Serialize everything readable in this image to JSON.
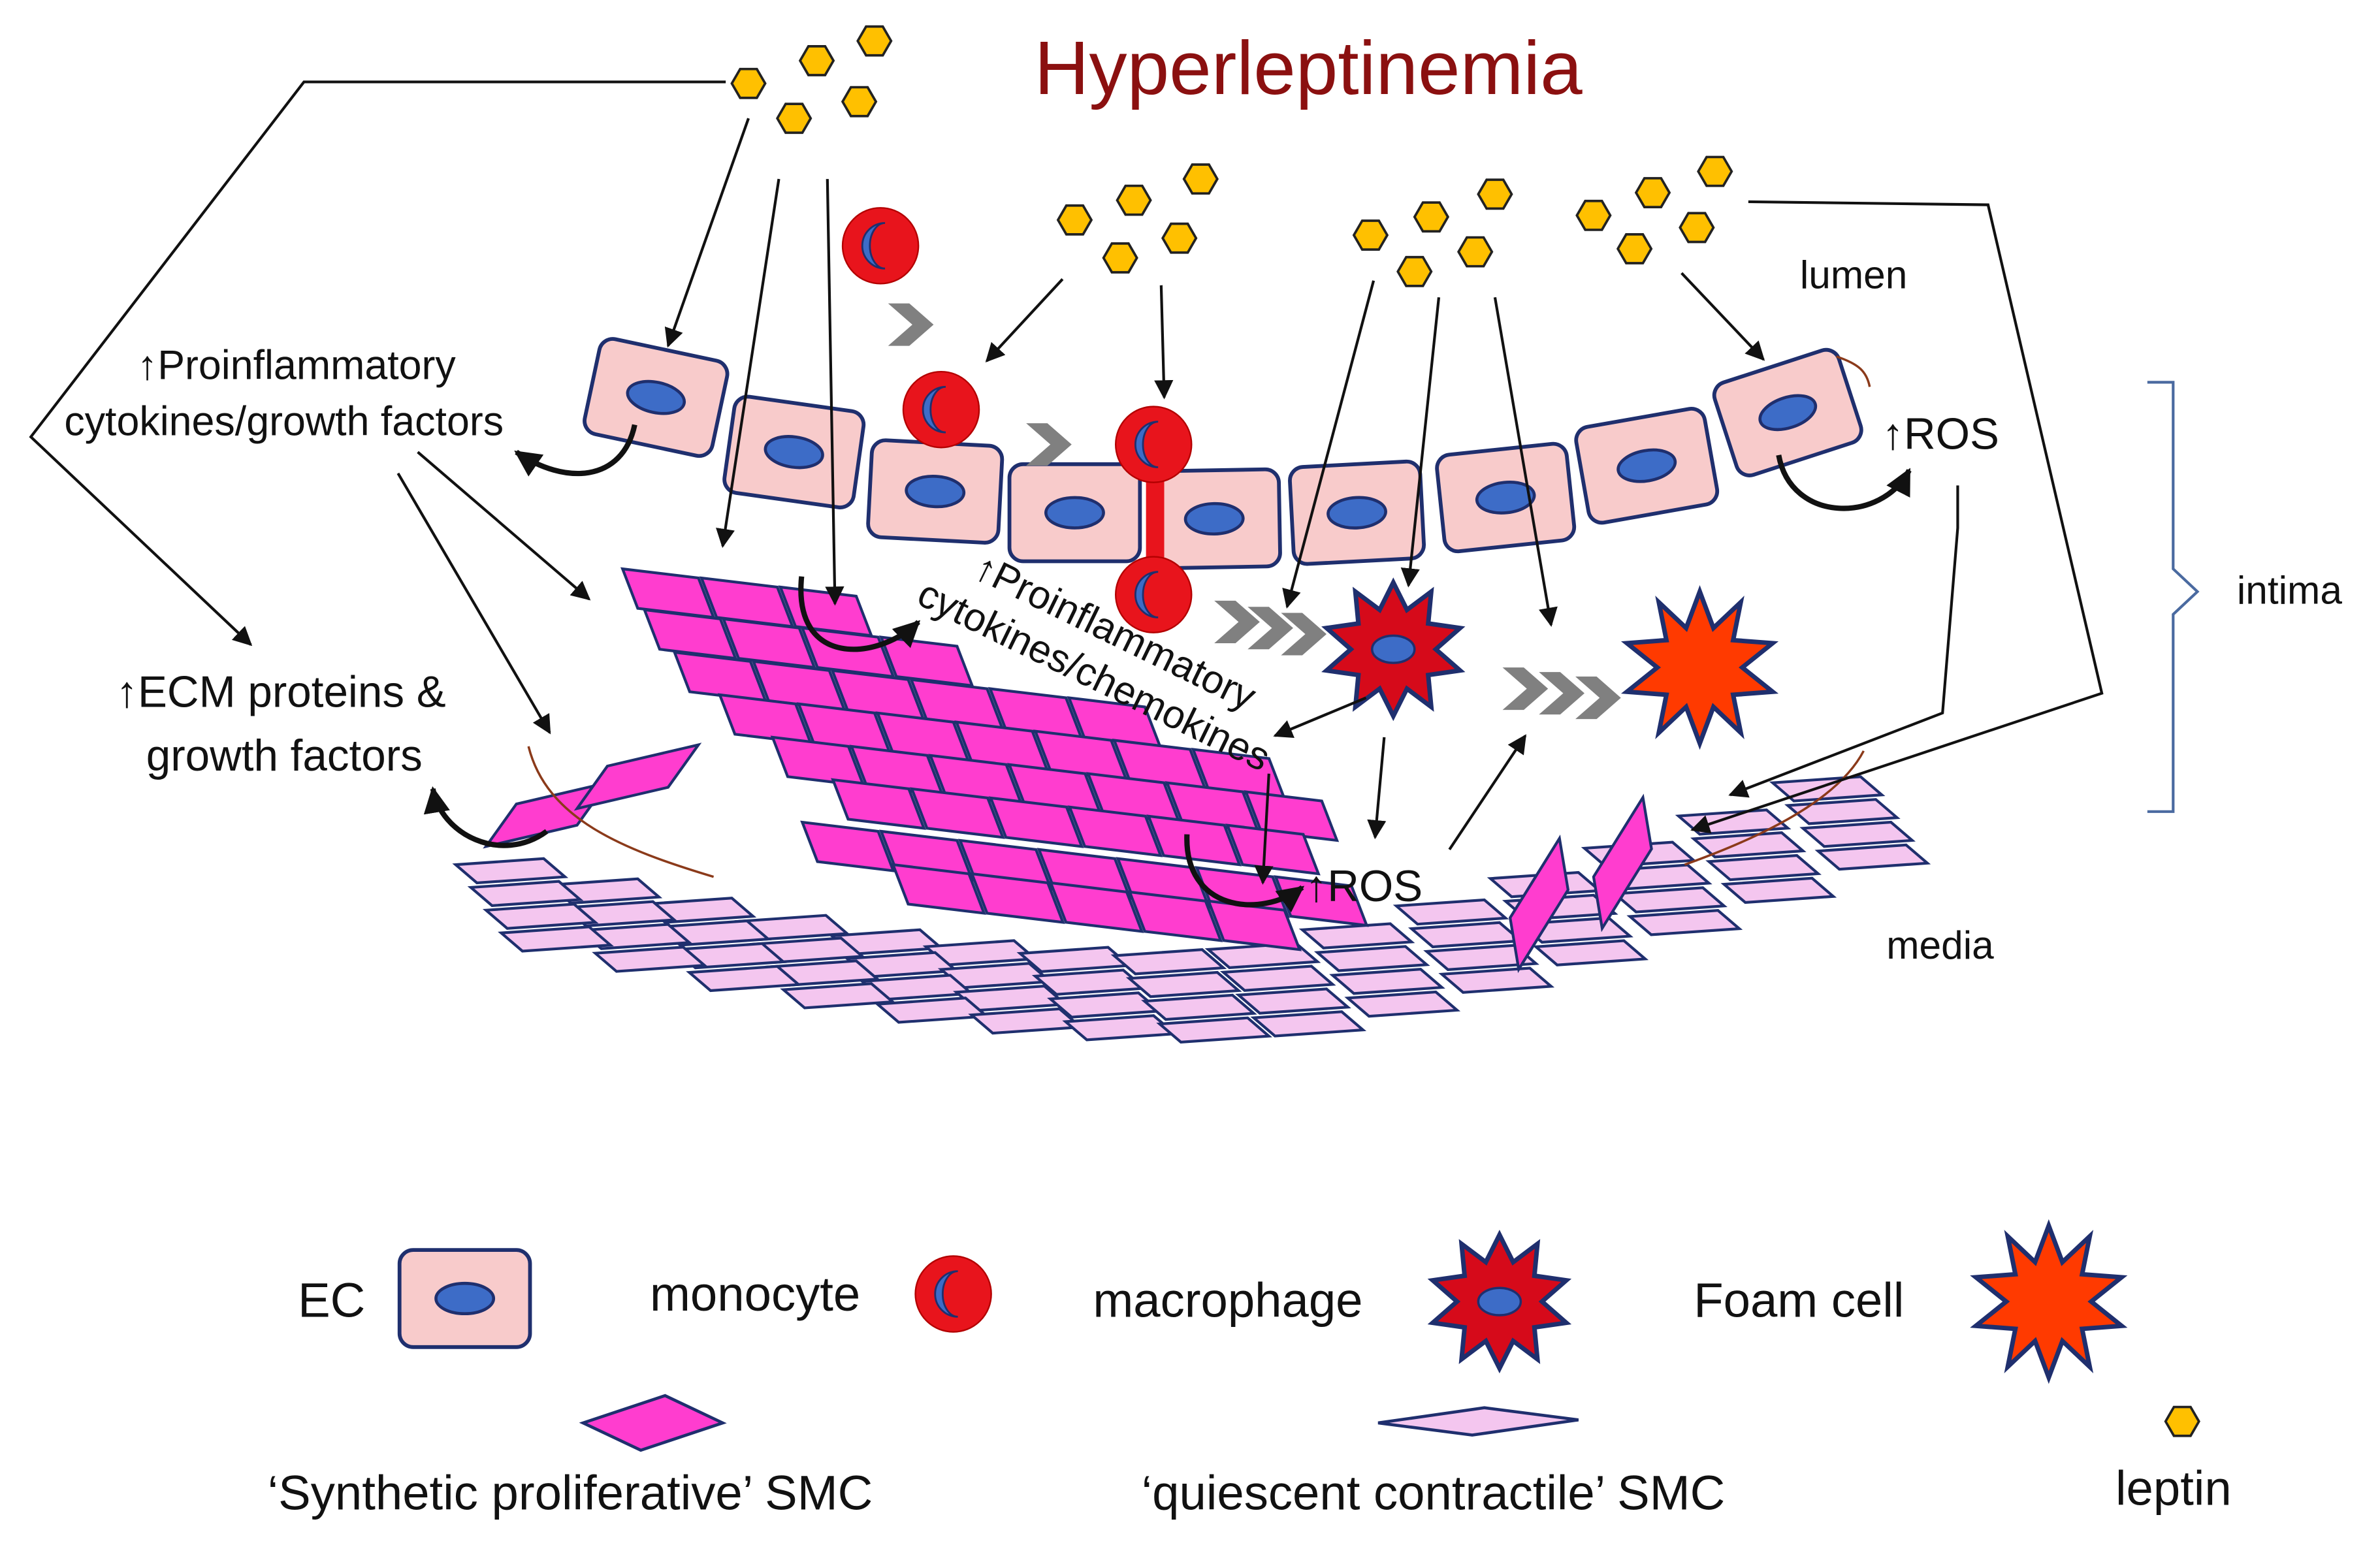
{
  "title": "Hyperleptinemia",
  "labels": {
    "lumen": "lumen",
    "intima": "intima",
    "media": "media",
    "cytokines_left_1": "↑Proinflammatory",
    "cytokines_left_2": "cytokines/growth factors",
    "ecm_1": "↑ECM proteins &",
    "ecm_2": "growth factors",
    "cytokines_mid_1": "↑Proinflammatory",
    "cytokines_mid_2": "cytokines/chemokines",
    "ros_right": "↑ROS",
    "ros_bottom": "↑ROS"
  },
  "legend": {
    "ec": "EC",
    "monocyte": "monocyte",
    "macrophage": "macrophage",
    "foam_cell": "Foam cell",
    "synthetic_smc": "‘Synthetic proliferative’  SMC",
    "quiescent_smc": "‘quiescent contractile’  SMC",
    "leptin": "leptin"
  },
  "colors": {
    "title": "#8b1010",
    "leptin_fill": "#ffc000",
    "endothelial_fill": "#f8cbcb",
    "cell_outline": "#1f2f6e",
    "nucleus": "#3d6cc7",
    "monocyte_red": "#e8141c",
    "macrophage_red": "#d60a1a",
    "foam_orange": "#ff3a00",
    "synthetic_smc": "#ff3dcf",
    "quiescent_smc": "#f4c6ef",
    "chevron_gray": "#808080"
  }
}
